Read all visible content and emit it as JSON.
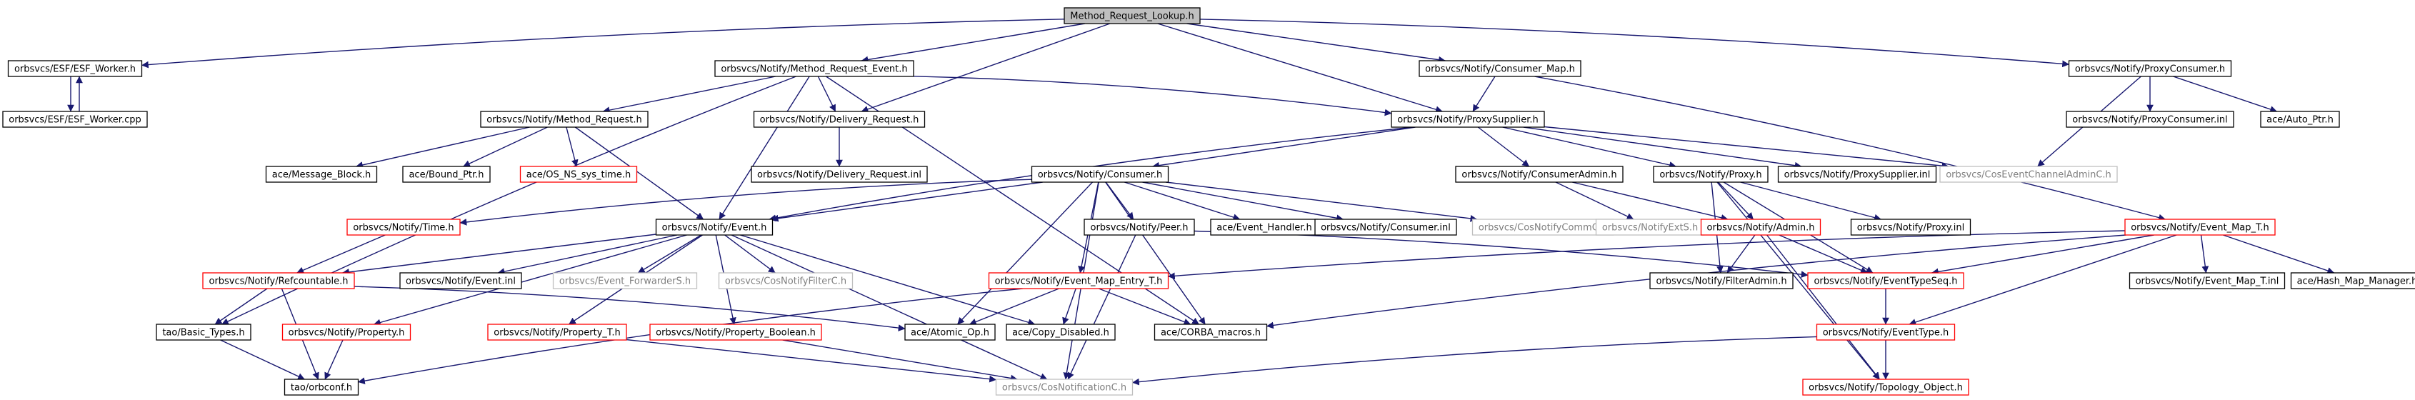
{
  "colors": {
    "edge": "#191970",
    "node_border": "#000000",
    "node_fill": "#ffffff",
    "root_fill": "#bfbfbf",
    "missing_border": "#ff0000",
    "external_border": "#bfbfbf",
    "external_text": "#808080"
  },
  "nodes": [
    {
      "id": "root",
      "label": "Method_Request_Lookup.h",
      "kind": "root"
    },
    {
      "id": "esfw_h",
      "label": "orbsvcs/ESF/ESF_Worker.h",
      "kind": "normal"
    },
    {
      "id": "esfw_cpp",
      "label": "orbsvcs/ESF/ESF_Worker.cpp",
      "kind": "normal"
    },
    {
      "id": "mre_h",
      "label": "orbsvcs/Notify/Method_Request_Event.h",
      "kind": "normal"
    },
    {
      "id": "cmap_h",
      "label": "orbsvcs/Notify/Consumer_Map.h",
      "kind": "normal"
    },
    {
      "id": "pcons_h",
      "label": "orbsvcs/Notify/ProxyConsumer.h",
      "kind": "normal"
    },
    {
      "id": "mr_h",
      "label": "orbsvcs/Notify/Method_Request.h",
      "kind": "normal"
    },
    {
      "id": "dreq_h",
      "label": "orbsvcs/Notify/Delivery_Request.h",
      "kind": "normal"
    },
    {
      "id": "psup_h",
      "label": "orbsvcs/Notify/ProxySupplier.h",
      "kind": "normal"
    },
    {
      "id": "pcons_inl",
      "label": "orbsvcs/Notify/ProxyConsumer.inl",
      "kind": "normal"
    },
    {
      "id": "autoptr",
      "label": "ace/Auto_Ptr.h",
      "kind": "normal"
    },
    {
      "id": "msgblock",
      "label": "ace/Message_Block.h",
      "kind": "normal"
    },
    {
      "id": "boundptr",
      "label": "ace/Bound_Ptr.h",
      "kind": "normal"
    },
    {
      "id": "osnstime",
      "label": "ace/OS_NS_sys_time.h",
      "kind": "missing"
    },
    {
      "id": "dreq_inl",
      "label": "orbsvcs/Notify/Delivery_Request.inl",
      "kind": "normal"
    },
    {
      "id": "consumer_h",
      "label": "orbsvcs/Notify/Consumer.h",
      "kind": "normal"
    },
    {
      "id": "cadmin_h",
      "label": "orbsvcs/Notify/ConsumerAdmin.h",
      "kind": "normal"
    },
    {
      "id": "proxy_h",
      "label": "orbsvcs/Notify/Proxy.h",
      "kind": "normal"
    },
    {
      "id": "psup_inl",
      "label": "orbsvcs/Notify/ProxySupplier.inl",
      "kind": "normal"
    },
    {
      "id": "cecadmin",
      "label": "orbsvcs/CosEventChannelAdminC.h",
      "kind": "external"
    },
    {
      "id": "time_h",
      "label": "orbsvcs/Notify/Time.h",
      "kind": "missing"
    },
    {
      "id": "event_h",
      "label": "orbsvcs/Notify/Event.h",
      "kind": "normal"
    },
    {
      "id": "peer_h",
      "label": "orbsvcs/Notify/Peer.h",
      "kind": "normal"
    },
    {
      "id": "evhandler",
      "label": "ace/Event_Handler.h",
      "kind": "normal"
    },
    {
      "id": "consumer_inl",
      "label": "orbsvcs/Notify/Consumer.inl",
      "kind": "normal"
    },
    {
      "id": "cosnotifycomm",
      "label": "orbsvcs/CosNotifyCommC.h",
      "kind": "external"
    },
    {
      "id": "notifyexts",
      "label": "orbsvcs/NotifyExtS.h",
      "kind": "external"
    },
    {
      "id": "admin_h",
      "label": "orbsvcs/Notify/Admin.h",
      "kind": "missing"
    },
    {
      "id": "proxy_inl",
      "label": "orbsvcs/Notify/Proxy.inl",
      "kind": "normal"
    },
    {
      "id": "emap_h",
      "label": "orbsvcs/Notify/Event_Map_T.h",
      "kind": "missing"
    },
    {
      "id": "refcount_h",
      "label": "orbsvcs/Notify/Refcountable.h",
      "kind": "missing"
    },
    {
      "id": "event_inl",
      "label": "orbsvcs/Notify/Event.inl",
      "kind": "normal"
    },
    {
      "id": "evforwarder",
      "label": "orbsvcs/Event_ForwarderS.h",
      "kind": "external"
    },
    {
      "id": "cosnotifyfilter",
      "label": "orbsvcs/CosNotifyFilterC.h",
      "kind": "external"
    },
    {
      "id": "emapentry_h",
      "label": "orbsvcs/Notify/Event_Map_Entry_T.h",
      "kind": "missing"
    },
    {
      "id": "filteradmin",
      "label": "orbsvcs/Notify/FilterAdmin.h",
      "kind": "normal"
    },
    {
      "id": "evtypeseq",
      "label": "orbsvcs/Notify/EventTypeSeq.h",
      "kind": "missing"
    },
    {
      "id": "emap_inl",
      "label": "orbsvcs/Notify/Event_Map_T.inl",
      "kind": "normal"
    },
    {
      "id": "hashmap",
      "label": "ace/Hash_Map_Manager.h",
      "kind": "normal"
    },
    {
      "id": "basictypes",
      "label": "tao/Basic_Types.h",
      "kind": "normal"
    },
    {
      "id": "property_h",
      "label": "orbsvcs/Notify/Property.h",
      "kind": "missing"
    },
    {
      "id": "property_t",
      "label": "orbsvcs/Notify/Property_T.h",
      "kind": "missing"
    },
    {
      "id": "property_b",
      "label": "orbsvcs/Notify/Property_Boolean.h",
      "kind": "missing"
    },
    {
      "id": "atomicop",
      "label": "ace/Atomic_Op.h",
      "kind": "normal"
    },
    {
      "id": "copydisabled",
      "label": "ace/Copy_Disabled.h",
      "kind": "normal"
    },
    {
      "id": "corbamacros",
      "label": "ace/CORBA_macros.h",
      "kind": "normal"
    },
    {
      "id": "evtype",
      "label": "orbsvcs/Notify/EventType.h",
      "kind": "missing"
    },
    {
      "id": "orbconf",
      "label": "tao/orbconf.h",
      "kind": "normal"
    },
    {
      "id": "cosnotification",
      "label": "orbsvcs/CosNotificationC.h",
      "kind": "external"
    },
    {
      "id": "topoobj",
      "label": "orbsvcs/Notify/Topology_Object.h",
      "kind": "missing"
    }
  ],
  "edges": [
    [
      "root",
      "esfw_h"
    ],
    [
      "root",
      "mre_h"
    ],
    [
      "root",
      "dreq_h"
    ],
    [
      "root",
      "cmap_h"
    ],
    [
      "root",
      "pcons_h"
    ],
    [
      "root",
      "psup_h"
    ],
    [
      "esfw_h",
      "esfw_cpp"
    ],
    [
      "esfw_cpp",
      "esfw_h"
    ],
    [
      "mre_h",
      "mr_h"
    ],
    [
      "mre_h",
      "dreq_h"
    ],
    [
      "mre_h",
      "psup_h"
    ],
    [
      "mre_h",
      "event_h"
    ],
    [
      "mre_h",
      "basictypes"
    ],
    [
      "mre_h",
      "corbamacros"
    ],
    [
      "cmap_h",
      "psup_h"
    ],
    [
      "cmap_h",
      "emap_h"
    ],
    [
      "pcons_h",
      "pcons_inl"
    ],
    [
      "pcons_h",
      "autoptr"
    ],
    [
      "pcons_h",
      "cecadmin"
    ],
    [
      "mr_h",
      "msgblock"
    ],
    [
      "mr_h",
      "boundptr"
    ],
    [
      "mr_h",
      "osnstime"
    ],
    [
      "mr_h",
      "event_h"
    ],
    [
      "dreq_h",
      "dreq_inl"
    ],
    [
      "psup_h",
      "consumer_h"
    ],
    [
      "psup_h",
      "cadmin_h"
    ],
    [
      "psup_h",
      "proxy_h"
    ],
    [
      "psup_h",
      "psup_inl"
    ],
    [
      "psup_h",
      "cecadmin"
    ],
    [
      "psup_h",
      "event_h"
    ],
    [
      "consumer_h",
      "time_h"
    ],
    [
      "consumer_h",
      "event_h"
    ],
    [
      "consumer_h",
      "peer_h"
    ],
    [
      "consumer_h",
      "evhandler"
    ],
    [
      "consumer_h",
      "consumer_inl"
    ],
    [
      "consumer_h",
      "cosnotifycomm"
    ],
    [
      "consumer_h",
      "atomicop"
    ],
    [
      "consumer_h",
      "emapentry_h"
    ],
    [
      "consumer_h",
      "corbamacros"
    ],
    [
      "consumer_h",
      "cosnotification"
    ],
    [
      "cadmin_h",
      "notifyexts"
    ],
    [
      "cadmin_h",
      "admin_h"
    ],
    [
      "proxy_h",
      "admin_h"
    ],
    [
      "proxy_h",
      "proxy_inl"
    ],
    [
      "proxy_h",
      "filteradmin"
    ],
    [
      "proxy_h",
      "evtypeseq"
    ],
    [
      "proxy_h",
      "topoobj"
    ],
    [
      "peer_h",
      "evtypeseq"
    ],
    [
      "peer_h",
      "cosnotification"
    ],
    [
      "admin_h",
      "filteradmin"
    ],
    [
      "admin_h",
      "evtypeseq"
    ],
    [
      "admin_h",
      "topoobj"
    ],
    [
      "emap_h",
      "emapentry_h"
    ],
    [
      "emap_h",
      "evtypeseq"
    ],
    [
      "emap_h",
      "emap_inl"
    ],
    [
      "emap_h",
      "hashmap"
    ],
    [
      "emap_h",
      "corbamacros"
    ],
    [
      "emap_h",
      "evtype"
    ],
    [
      "time_h",
      "refcount_h"
    ],
    [
      "event_h",
      "refcount_h"
    ],
    [
      "event_h",
      "event_inl"
    ],
    [
      "event_h",
      "evforwarder"
    ],
    [
      "event_h",
      "cosnotifyfilter"
    ],
    [
      "event_h",
      "property_h"
    ],
    [
      "event_h",
      "property_t"
    ],
    [
      "event_h",
      "property_b"
    ],
    [
      "event_h",
      "copydisabled"
    ],
    [
      "event_h",
      "cosnotification"
    ],
    [
      "refcount_h",
      "basictypes"
    ],
    [
      "refcount_h",
      "atomicop"
    ],
    [
      "refcount_h",
      "orbconf"
    ],
    [
      "emapentry_h",
      "atomicop"
    ],
    [
      "emapentry_h",
      "copydisabled"
    ],
    [
      "emapentry_h",
      "corbamacros"
    ],
    [
      "emapentry_h",
      "orbconf"
    ],
    [
      "evtypeseq",
      "evtype"
    ],
    [
      "evtype",
      "cosnotification"
    ],
    [
      "evtype",
      "topoobj"
    ],
    [
      "basictypes",
      "orbconf"
    ],
    [
      "property_h",
      "orbconf"
    ],
    [
      "property_t",
      "cosnotification"
    ],
    [
      "property_b",
      "cosnotification"
    ]
  ]
}
